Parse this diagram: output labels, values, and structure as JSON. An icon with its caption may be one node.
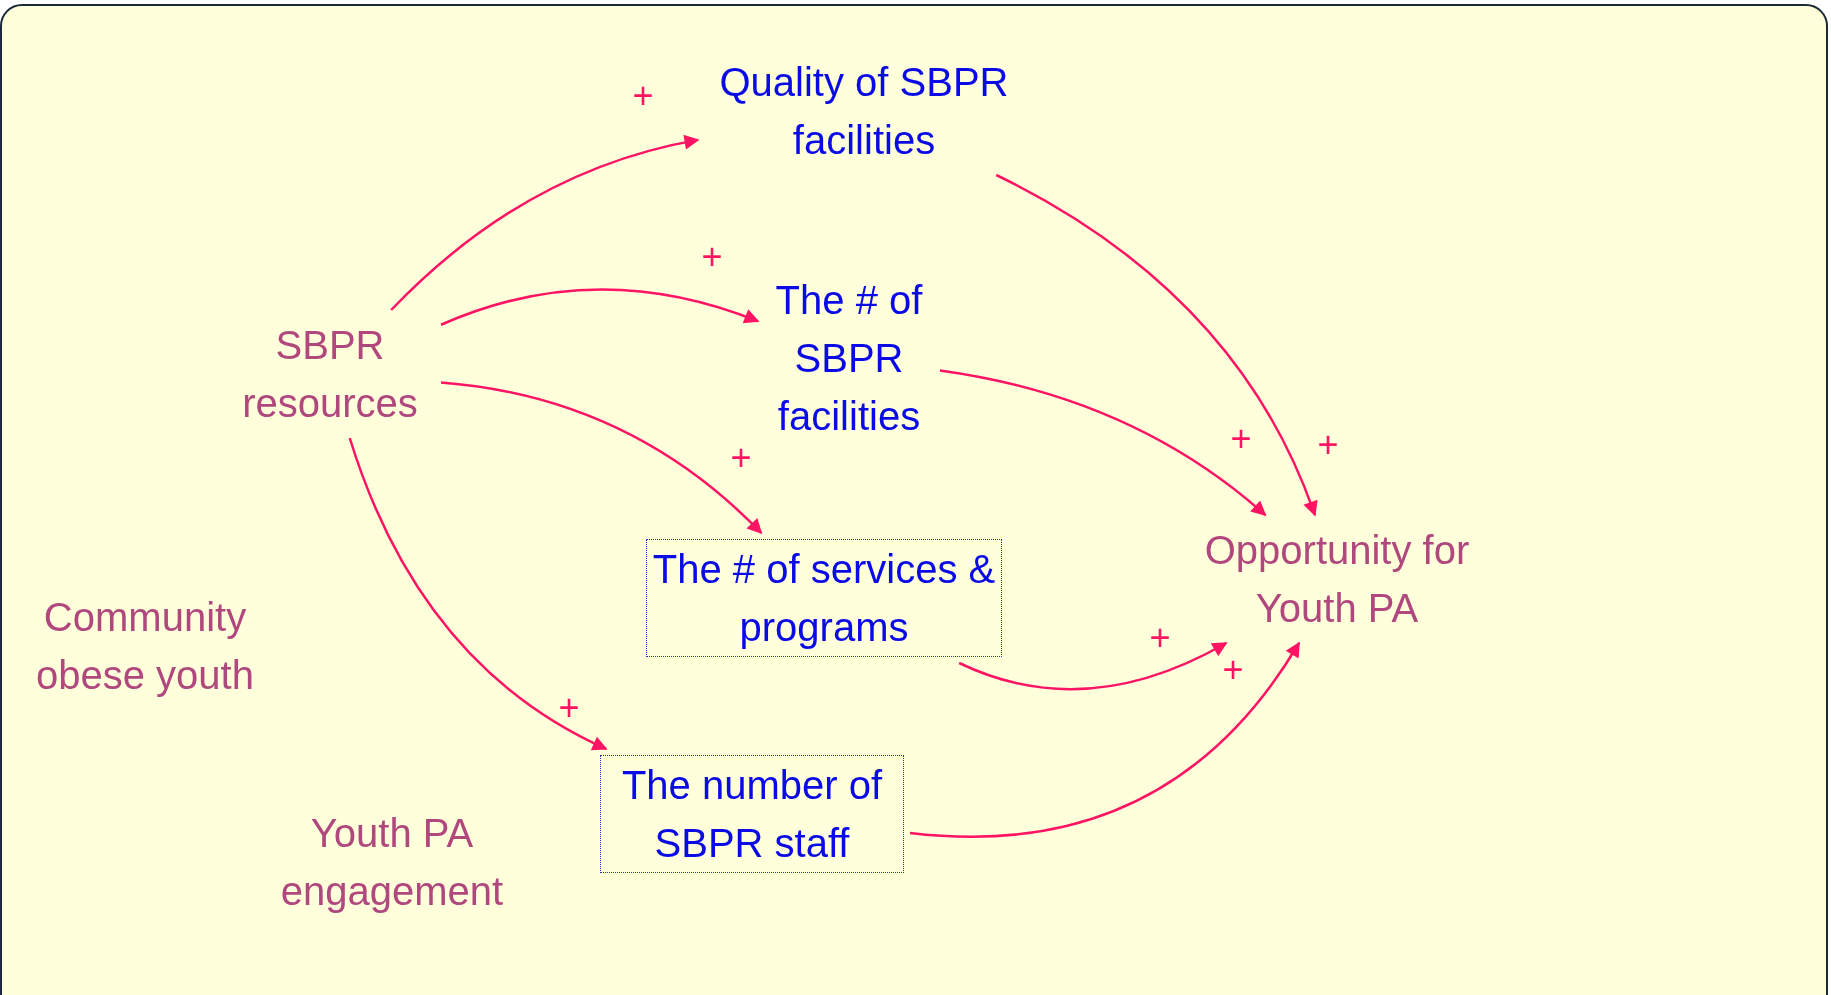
{
  "diagram": {
    "nodes": [
      {
        "text": [
          "SBPR resources"
        ]
      },
      {
        "text": [
          "Quality of SBPR facilities"
        ]
      },
      {
        "text": [
          "The # of SBPR facilities"
        ]
      },
      {
        "text": [
          "The # of services & programs"
        ]
      },
      {
        "text": [
          "The number of SBPR staff"
        ]
      },
      {
        "text": [
          "Opportunity for Youth PA"
        ]
      }
    ],
    "edges": [
      {
        "from": 0,
        "to": 1,
        "arrow": "to",
        "label": "+"
      },
      {
        "from": 0,
        "to": 2,
        "arrow": "to",
        "label": "+"
      },
      {
        "from": 0,
        "to": 3,
        "arrow": "to",
        "label": "+"
      },
      {
        "from": 0,
        "to": 4,
        "arrow": "to",
        "label": "+"
      },
      {
        "from": 1,
        "to": 5,
        "arrow": "to",
        "label": "+"
      },
      {
        "from": 2,
        "to": 5,
        "arrow": "to",
        "label": "+"
      },
      {
        "from": 3,
        "to": 5,
        "arrow": "to",
        "label": "+"
      },
      {
        "from": 4,
        "to": 5,
        "arrow": "to",
        "label": "+"
      }
    ],
    "labels": [
      "Community obese youth",
      "Youth PA engagement"
    ]
  }
}
